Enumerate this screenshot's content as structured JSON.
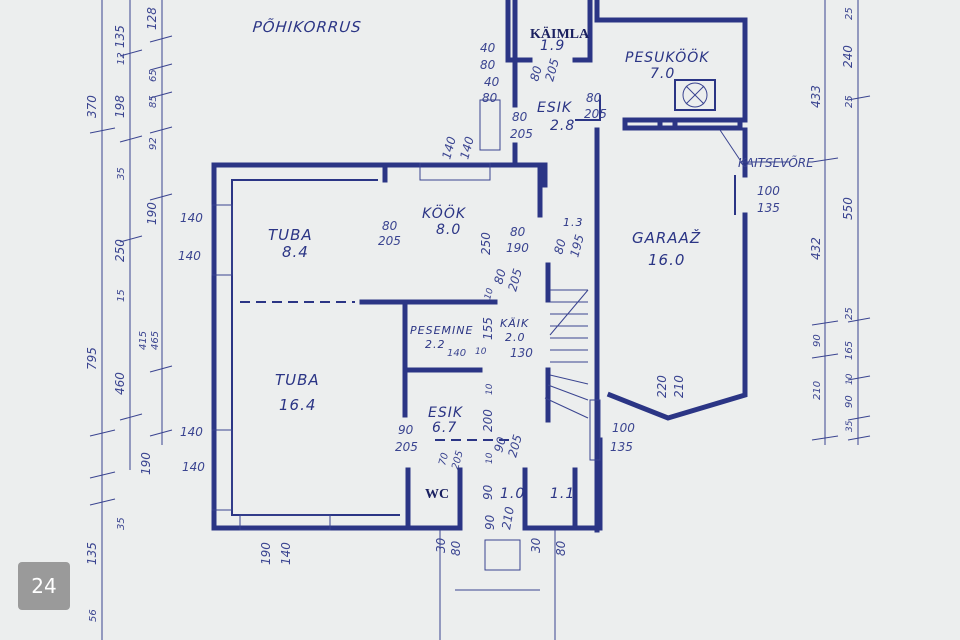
{
  "title": "PÕHIKORRUS",
  "page_badge": "24",
  "colors": {
    "ink": "#2b3585",
    "paper": "#eceeee",
    "badge": "#9a9a9a"
  },
  "rooms": [
    {
      "name": "KÄIMLA",
      "area": "1.9"
    },
    {
      "name": "PESUKÖÖK",
      "area": "7.0"
    },
    {
      "name": "ESIK",
      "area": "2.8"
    },
    {
      "name": "KÖÖK",
      "area": "8.0"
    },
    {
      "name": "TUBA",
      "area": "8.4"
    },
    {
      "name": "GARAAŽ",
      "area": "16.0"
    },
    {
      "name": "PESEMINE",
      "area": "2.2"
    },
    {
      "name": "KÄIK",
      "area": "2.0"
    },
    {
      "name": "TUBA",
      "area": "16.4"
    },
    {
      "name": "ESIK",
      "area": "6.7"
    },
    {
      "name": "WC",
      "area": ""
    },
    {
      "name": "",
      "area": "1.0"
    },
    {
      "name": "",
      "area": "1.1"
    },
    {
      "name": "",
      "area": "1.3"
    }
  ],
  "annotations": {
    "kaitsevore": "KAITSEVÕRE"
  },
  "openings": [
    "40",
    "80",
    "40",
    "80",
    "80",
    "205",
    "80",
    "205",
    "80",
    "205",
    "140",
    "140",
    "80",
    "205",
    "80",
    "190",
    "80",
    "195",
    "250",
    "80",
    "205",
    "10",
    "155",
    "140",
    "10",
    "130",
    "10",
    "200",
    "90",
    "205",
    "70",
    "205",
    "90",
    "205",
    "10",
    "90",
    "90",
    "210",
    "30",
    "80",
    "30",
    "80",
    "100",
    "135",
    "220",
    "210",
    "100",
    "135",
    "140",
    "140",
    "140",
    "140",
    "190",
    "140"
  ],
  "dims_left_outer": [
    "370",
    "795",
    "135",
    "56"
  ],
  "dims_left_mid": [
    "135",
    "12",
    "198",
    "35",
    "250",
    "15",
    "460",
    "35"
  ],
  "dims_left_inner": [
    "128",
    "65",
    "85",
    "92",
    "190",
    "415",
    "465",
    "190"
  ],
  "dims_right_outer": [
    "433",
    "432",
    "90",
    "210"
  ],
  "dims_right_inner": [
    "25",
    "240",
    "25",
    "550",
    "25",
    "165",
    "10",
    "90",
    "35"
  ]
}
